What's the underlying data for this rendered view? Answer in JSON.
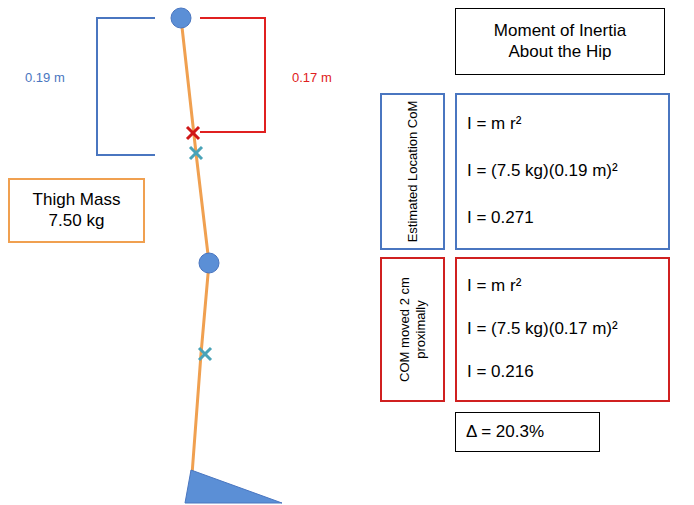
{
  "diagram": {
    "nodes": [
      {
        "text": [
          "Moment of Inertia About the Hip"
        ]
      },
      {
        "text": [
          "Estimated Location CoM"
        ]
      },
      {
        "text": [
          "I = m r²",
          "I = (7.5 kg)(0.19 m)²",
          "I = 0.271"
        ]
      },
      {
        "text": [
          "COM moved 2 cm proximally"
        ]
      },
      {
        "text": [
          "I = m r²",
          "I = (7.5 kg)(0.17 m)²",
          "I = 0.216"
        ]
      },
      {
        "text": [
          "Δ = 20.3%"
        ]
      },
      {
        "text": [
          "Thigh Mass",
          "7.50 kg"
        ]
      }
    ],
    "labels": [
      "0.19 m",
      "0.17 m"
    ]
  }
}
